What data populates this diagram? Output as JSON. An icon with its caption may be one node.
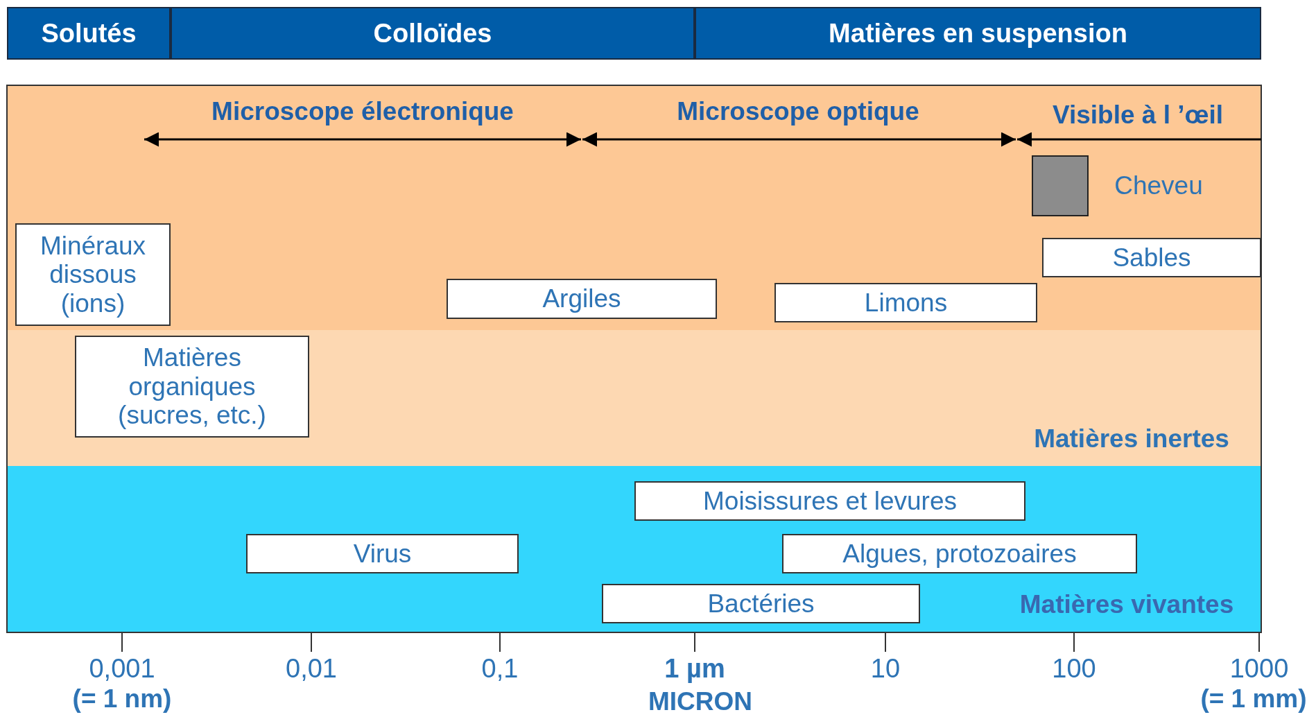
{
  "diagram": {
    "nodes": [
      {
        "text": [
          "Solutés"
        ]
      },
      {
        "text": [
          "Colloïdes"
        ]
      },
      {
        "text": [
          "Matières en suspension"
        ]
      },
      {
        "text": [
          "Minéraux dissous (ions)"
        ]
      },
      {
        "text": [
          "Sables"
        ]
      },
      {
        "text": [
          "Argiles"
        ]
      },
      {
        "text": [
          "Limons"
        ]
      },
      {
        "text": [
          "Matières organiques (sucres, etc.)"
        ]
      },
      {
        "text": [
          "Moisissures et levures"
        ]
      },
      {
        "text": [
          "Virus"
        ]
      },
      {
        "text": [
          "Algues, protozoaires"
        ]
      },
      {
        "text": [
          "Bactéries"
        ]
      }
    ],
    "labels": [
      "Microscope électronique",
      "Microscope optique",
      "Visible à l ’œil",
      "Cheveu",
      "Matières inertes",
      "Matières vivantes",
      "0,001",
      "0,01",
      "0,1",
      "1 µm",
      "10",
      "100",
      "1000",
      "(= 1 nm)",
      "MICRON",
      "(= 1 mm)"
    ]
  }
}
